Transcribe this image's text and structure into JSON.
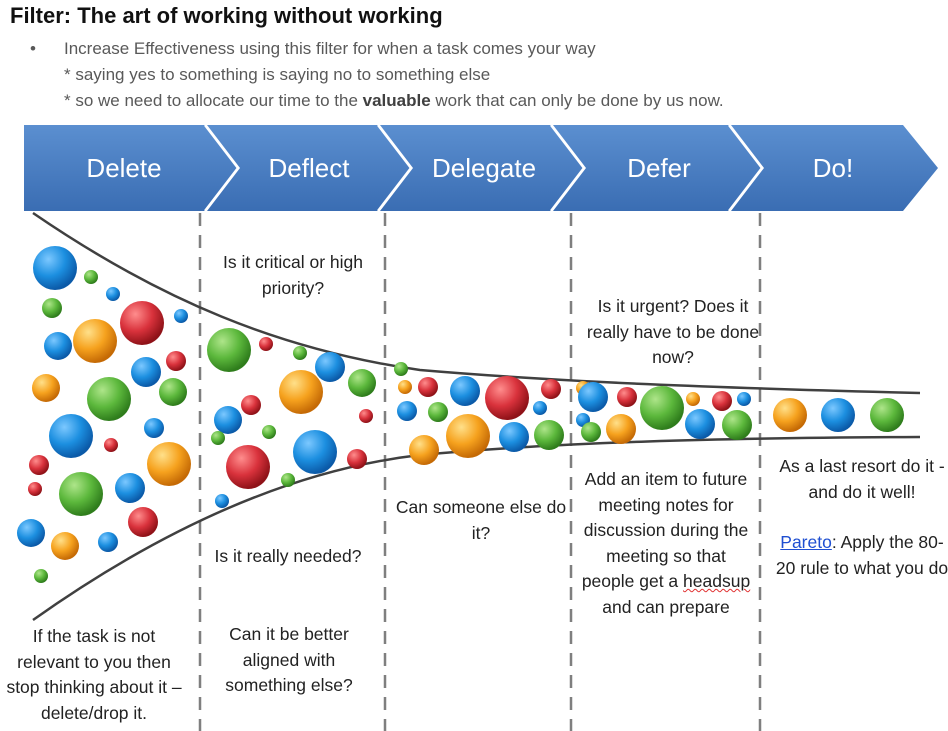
{
  "title": "Filter: The art of working without working",
  "bullet": {
    "marker": "•",
    "lines": [
      "Increase Effectiveness using this filter for when a task comes your way",
      "* saying yes to something is saying no to something else",
      "* so we need to allocate our time to the "
    ],
    "bold_word": "valuable",
    "line3_end": " work that can only be done by us now."
  },
  "stages": [
    "Delete",
    "Deflect",
    "Delegate",
    "Defer",
    "Do!"
  ],
  "colors": {
    "chevron_top": "#5b8fd0",
    "chevron_bottom": "#3a6db3",
    "ball_blue": "#1c8fe0",
    "ball_green": "#5cb83c",
    "ball_red": "#d9323c",
    "ball_orange": "#f6a21e"
  },
  "notes": {
    "delete": "If the task is not relevant to you then stop thinking about it – delete/drop it.",
    "deflect_top": "Is it critical or high priority?",
    "deflect_bottom_1": "Is it really needed?",
    "deflect_bottom_2": "Can it be better aligned with something else?",
    "delegate": "Can someone else do it?",
    "defer_top": "Is it urgent? Does it really have to be done now?",
    "defer_bottom_pre": "Add an item to future meeting notes for discussion during the meeting so that people get a",
    "defer_bottom_word": "headsup",
    "defer_bottom_post": "and can prepare",
    "do_1": "As a last resort do it - and do it well!",
    "do_link": "Pareto",
    "do_2": ": Apply the 80-20 rule to what you do"
  }
}
